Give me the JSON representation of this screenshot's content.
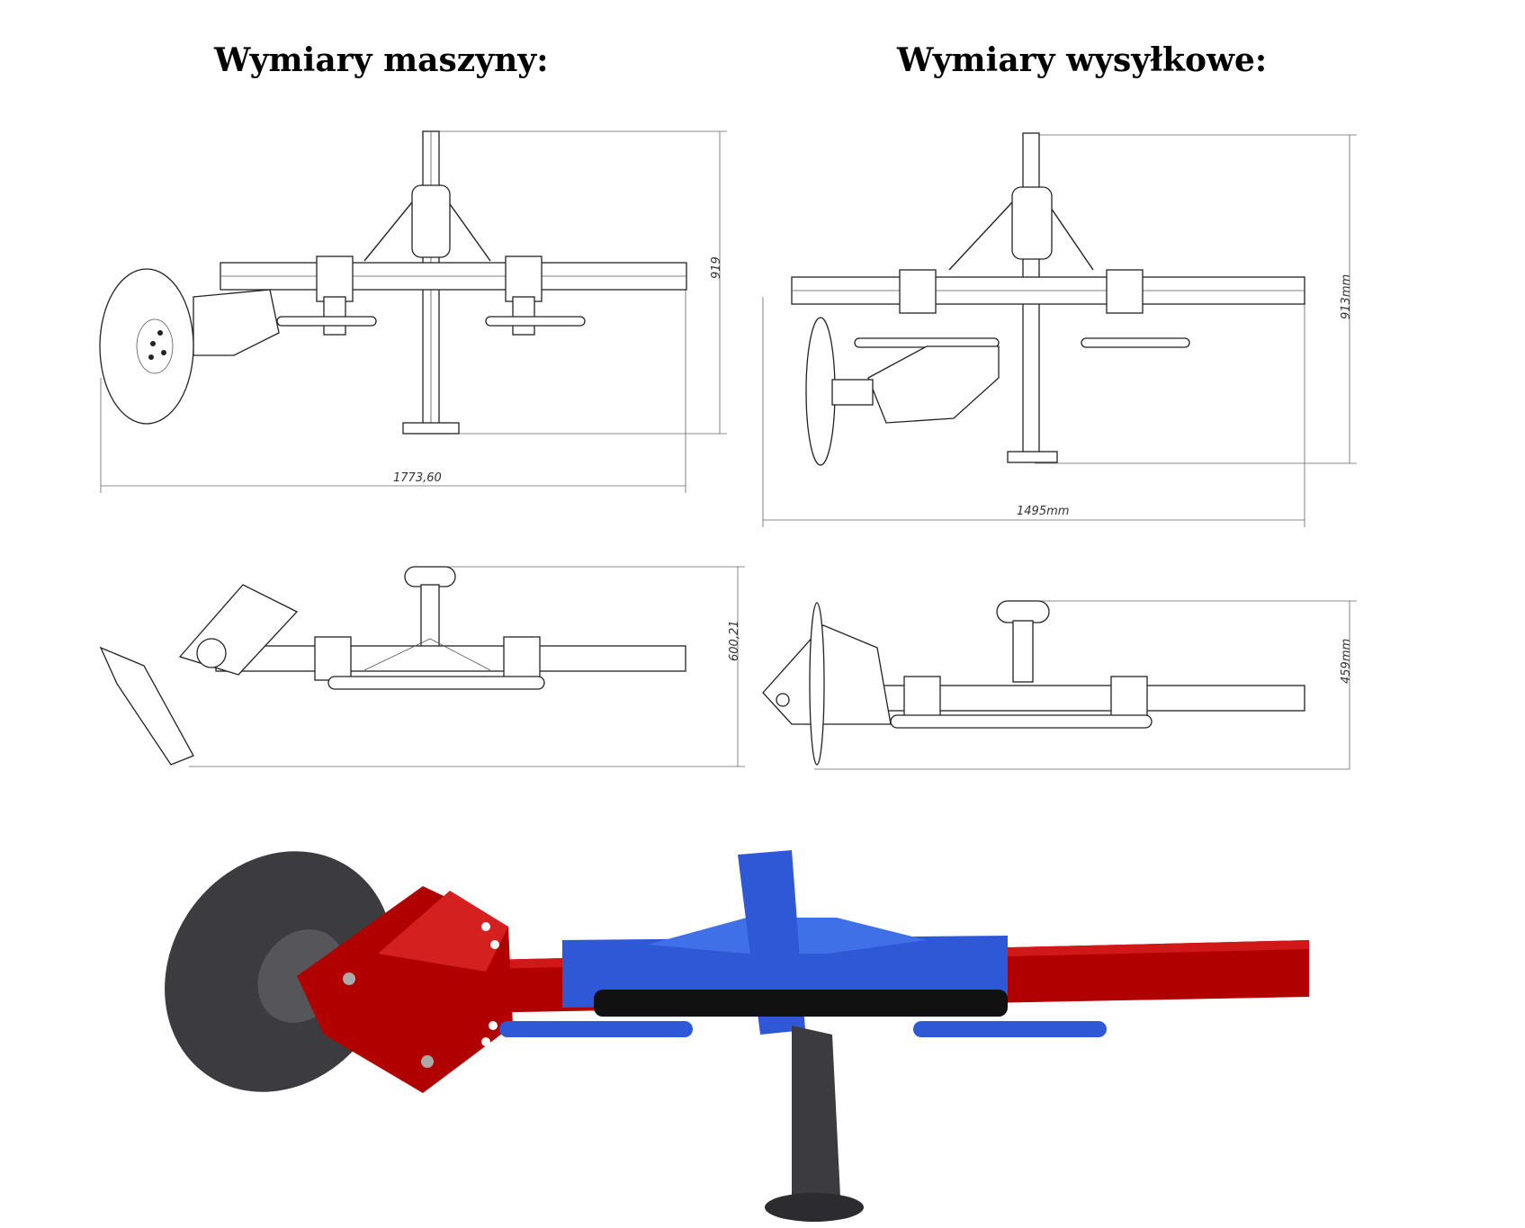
{
  "headings": {
    "machine_dimensions": "Wymiary maszyny:",
    "shipping_dimensions": "Wymiary wysyłkowe:"
  },
  "machine_drawing": {
    "width_label": "1773,60",
    "height_label": "919",
    "top_view_height_label": "600,21"
  },
  "shipping_drawing": {
    "width_label": "1495mm",
    "height_label": "913mm",
    "top_view_height_label": "459mm"
  },
  "colors": {
    "frame_blue": "#2f58d6",
    "frame_red": "#b00000",
    "disc_gray": "#3c3c40",
    "cylinder_black": "#111111"
  }
}
